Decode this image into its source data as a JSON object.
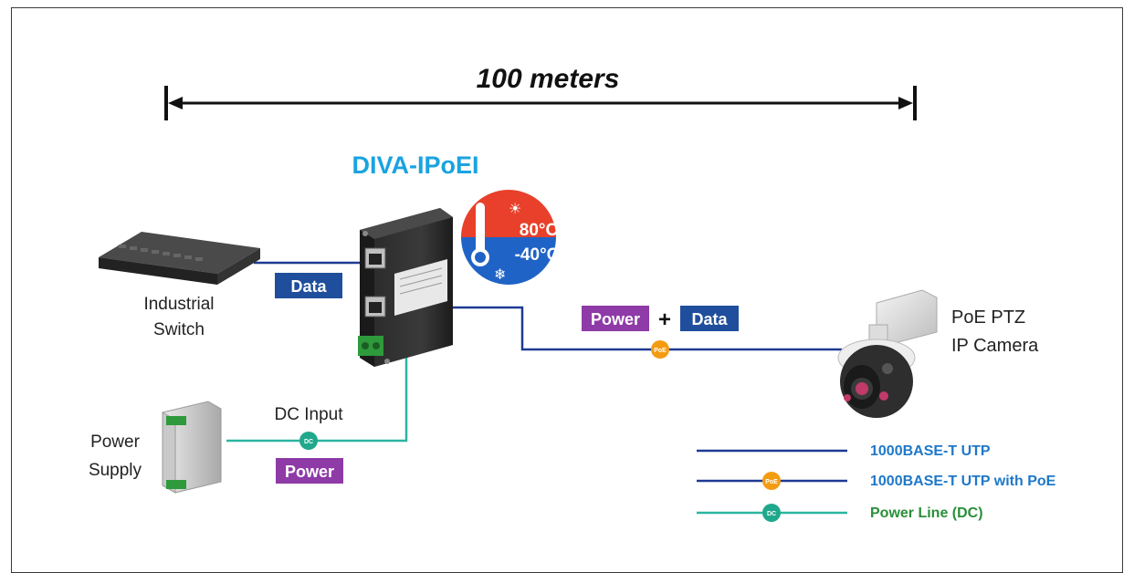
{
  "distance_label": "100 meters",
  "device": {
    "name": "DIVA-IPoEI",
    "temp_high": "80°C",
    "temp_low": "-40°C"
  },
  "switch_label": {
    "line1": "Industrial",
    "line2": "Switch"
  },
  "camera_label": {
    "line1": "PoE PTZ",
    "line2": "IP Camera"
  },
  "power_supply_label": {
    "line1": "Power",
    "line2": "Supply"
  },
  "badges": {
    "data": "Data",
    "power": "Power",
    "plus": "+",
    "dc_input": "DC Input",
    "dc_marker": "DC",
    "poe_marker": "PoE"
  },
  "legend": [
    {
      "label": "1000BASE-T UTP",
      "marker": ""
    },
    {
      "label": "1000BASE-T UTP with PoE",
      "marker": "PoE"
    },
    {
      "label": "Power Line (DC)",
      "marker": "DC"
    }
  ],
  "colors": {
    "utp_line": "#1f3a93",
    "dc_line": "#2bb5a0",
    "poe_marker": "#f39c12",
    "dc_marker": "#1fa88c",
    "title_blue": "#1aa3e0",
    "data_badge": "#1f4e9c",
    "power_badge": "#8e3aa7",
    "legend_blue": "#1f78c8",
    "legend_green": "#2a8f3a"
  }
}
